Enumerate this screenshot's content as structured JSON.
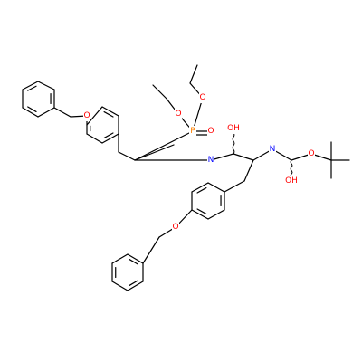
{
  "molecule": {
    "colors": {
      "bond": "#000000",
      "oxygen": "#ff0000",
      "nitrogen": "#0000ff",
      "phosphorus": "#ff8000",
      "background": "#ffffff"
    },
    "atom_labels": {
      "o_benzyl_top": "O",
      "p_phosphonate": "P",
      "o_phos_ethoxy_1": "O",
      "o_phos_ethoxy_2": "O",
      "o_phos_double": "O",
      "n_imine": "N",
      "oh_imidic": "OH",
      "n_carbamate": "N",
      "o_carbamate_ester": "O",
      "oh_carbamate": "OH",
      "o_benzyl_bottom": "O"
    }
  }
}
